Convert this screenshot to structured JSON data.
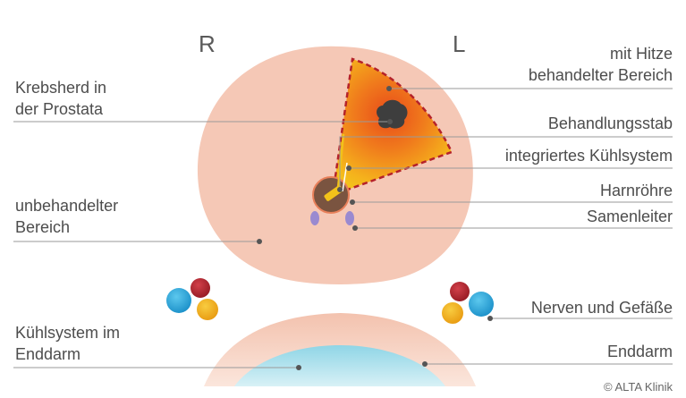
{
  "sides": {
    "right": "R",
    "left": "L"
  },
  "labels": {
    "heated_area": [
      "mit Hitze",
      "behandelter Bereich"
    ],
    "tumor": [
      "Krebsherd in",
      "der Prostata"
    ],
    "probe": "Behandlungsstab",
    "cooling_integrated": "integriertes Kühlsystem",
    "urethra": "Harnröhre",
    "vas_deferens": "Samenleiter",
    "untreated_area": [
      "unbehandelter",
      "Bereich"
    ],
    "nerves_vessels": "Nerven und Gefäße",
    "rectum_cooling": [
      "Kühlsystem im",
      "Enddarm"
    ],
    "rectum": "Enddarm"
  },
  "copyright": "© ALTA Klinik",
  "colors": {
    "prostate": "#f5c8b6",
    "heat_outer": "#f2d21a",
    "heat_mid": "#f5a21c",
    "heat_inner": "#ea5a1c",
    "tumor": "#3e3e3e",
    "boundary": "#b5222a",
    "urethra": "#7a5440",
    "probe": "#f2c21a",
    "vas": "#9a8ad0",
    "nerve_red": "#b5222a",
    "nerve_blue": "#1fa8d8",
    "nerve_yellow": "#f2b21a",
    "rectum": "#f5cfc0",
    "rectum_cooling": "#9fdcea"
  }
}
